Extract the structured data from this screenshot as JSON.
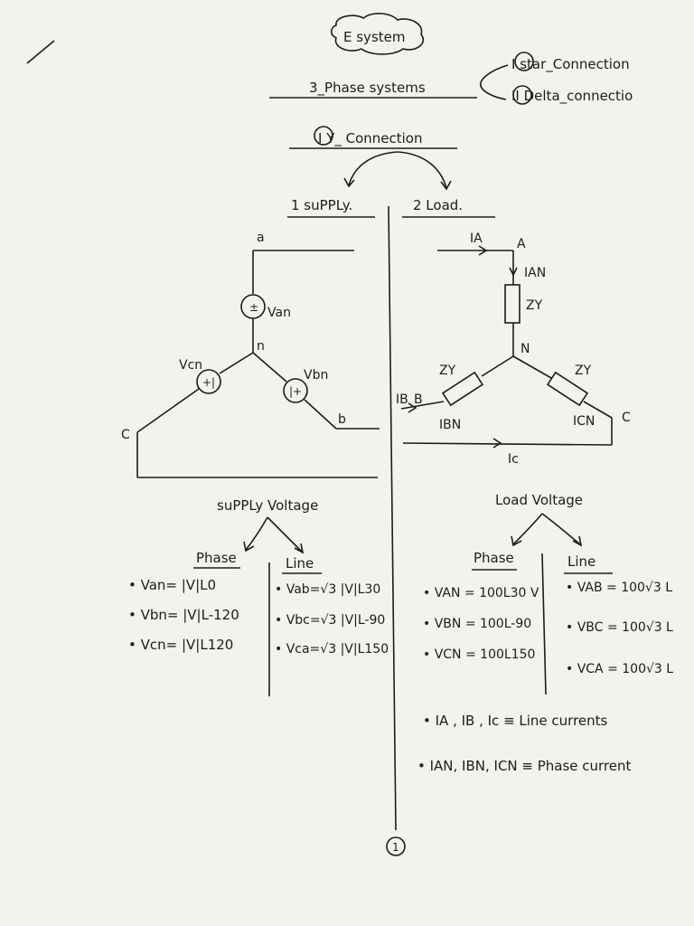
{
  "header": {
    "title": "E system",
    "subject": "3_Phase systems",
    "types": [
      "I star_Connection",
      "II Delta_connectio"
    ]
  },
  "section": {
    "heading": "I Y_ Connection",
    "supply_label": "1 suPPLy.",
    "load_label": "2 Load."
  },
  "supply_circuit": {
    "node_a": "a",
    "node_b": "b",
    "node_c": "C",
    "node_n": "n",
    "src_an": "Van",
    "src_bn": "Vbn",
    "src_cn": "Vcn"
  },
  "load_circuit": {
    "node_A": "A",
    "node_B": "B",
    "node_C": "C",
    "node_N": "N",
    "i_a": "IA",
    "i_an": "IAN",
    "i_b": "IB",
    "i_bn": "IBN",
    "i_c": "Ic",
    "i_cn": "ICN",
    "zy1": "ZY",
    "zy2": "ZY",
    "zy3": "ZY"
  },
  "supply_voltage": {
    "title": "suPPLy Voltage",
    "phase_head": "Phase",
    "line_head": "Line",
    "phase": [
      "• Van= |V|L0",
      "• Vbn= |V|L-120",
      "• Vcn= |V|L120"
    ],
    "line": [
      "• Vab=√3 |V|L30",
      "• Vbc=√3 |V|L-90",
      "• Vca=√3 |V|L150"
    ]
  },
  "load_voltage": {
    "title": "Load Voltage",
    "phase_head": "Phase",
    "line_head": "Line",
    "phase": [
      "• VAN = 100L30 V",
      "• VBN = 100L-90",
      "• VCN = 100L150"
    ],
    "line": [
      "• VAB = 100√3 L",
      "• VBC = 100√3 L",
      "• VCA = 100√3 L"
    ]
  },
  "notes": [
    "• IA , IB , Ic ≡ Line currents",
    "• IAN, IBN, ICN ≡ Phase current"
  ],
  "page_number": "1"
}
